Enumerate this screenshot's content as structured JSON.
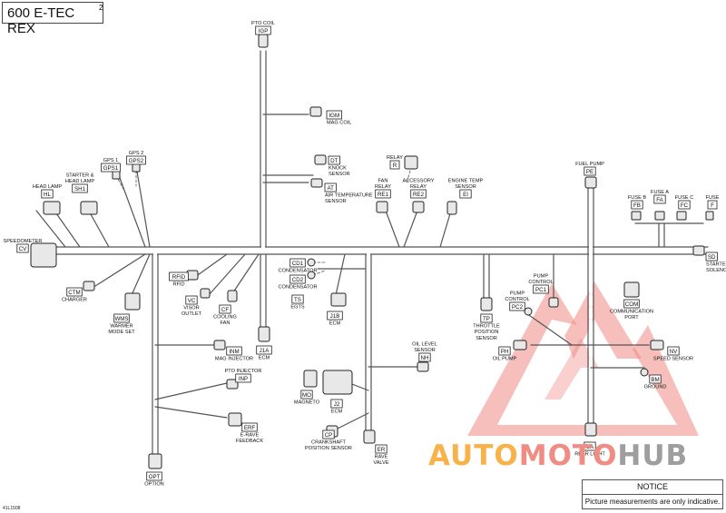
{
  "title": {
    "text": "600 E-TEC REX",
    "superscript": "2"
  },
  "notice": {
    "heading": "NOTICE",
    "body": "Picture measurements are only indicative."
  },
  "reference_code": "41L1508",
  "watermark": {
    "auto": "AUTO",
    "moto": "MOTO",
    "hub": "HUB"
  },
  "components": {
    "igp": {
      "code": "IGP",
      "name": [
        "PTO COIL"
      ]
    },
    "igm": {
      "code": "IGM",
      "name": [
        "MAG COIL"
      ]
    },
    "dt": {
      "code": "DT",
      "name": [
        "KNOCK",
        "SENSOR"
      ]
    },
    "at": {
      "code": "AT",
      "name": [
        "AIR TEMPERATURE",
        "SENSOR"
      ]
    },
    "r": {
      "code": "R",
      "name": [
        "RELAY"
      ]
    },
    "re1": {
      "code": "RE1",
      "name": [
        "FAN",
        "RELAY"
      ]
    },
    "re2": {
      "code": "RE2",
      "name": [
        "ACCESSORY",
        "RELAY"
      ]
    },
    "ei": {
      "code": "EI",
      "name": [
        "ENGINE TEMP",
        "SENSOR"
      ]
    },
    "pe": {
      "code": "PE",
      "name": [
        "FUEL PUMP"
      ]
    },
    "fb": {
      "code": "FB",
      "name": [
        "FUSE B"
      ]
    },
    "fa": {
      "code": "FA",
      "name": [
        "FUSE A"
      ]
    },
    "fc": {
      "code": "FC",
      "name": [
        "FUSE C"
      ]
    },
    "f": {
      "code": "F",
      "name": [
        "FUSE"
      ]
    },
    "sd": {
      "code": "SD",
      "name": [
        "STARTER",
        "SOLENOID"
      ]
    },
    "hl": {
      "code": "HL",
      "name": [
        "HEAD LAMP"
      ]
    },
    "sh1": {
      "code": "SH1",
      "name": [
        "STARTER &",
        "HEAD LAMP"
      ]
    },
    "gps1": {
      "code": "GPS1",
      "name": [
        "GPS 1"
      ]
    },
    "gps2": {
      "code": "GPS2",
      "name": [
        "GPS 2"
      ]
    },
    "cv": {
      "code": "CV",
      "name": [
        "SPEEDOMETER"
      ]
    },
    "ctm": {
      "code": "CTM",
      "name": [
        "CHARGER"
      ]
    },
    "wms": {
      "code": "WMS",
      "name": [
        "WARMER",
        "MODE SET"
      ]
    },
    "rfid": {
      "code": "RFID",
      "name": [
        "RFID"
      ]
    },
    "vc": {
      "code": "VC",
      "name": [
        "VISOR",
        "OUTLET"
      ]
    },
    "cf": {
      "code": "CF",
      "name": [
        "COOLING",
        "FAN"
      ]
    },
    "j1a": {
      "code": "J1A",
      "name": [
        "ECM"
      ]
    },
    "cd1": {
      "code": "CD1",
      "name": [
        "CONDENSATOR"
      ]
    },
    "cd2": {
      "code": "CD2",
      "name": [
        "CONDENSATOR"
      ]
    },
    "ts": {
      "code": "TS",
      "name": [
        "EGTS"
      ]
    },
    "j1b": {
      "code": "J1B",
      "name": [
        "ECM"
      ]
    },
    "tp": {
      "code": "TP",
      "name": [
        "THROTTLE",
        "POSITION",
        "SENSOR"
      ]
    },
    "pc1": {
      "code": "PC1",
      "name": [
        "PUMP",
        "CONTROL"
      ]
    },
    "pc2": {
      "code": "PC2",
      "name": [
        "PUMP",
        "CONTROL"
      ]
    },
    "com": {
      "code": "COM",
      "name": [
        "COMMUNICATION",
        "PORT"
      ]
    },
    "ph": {
      "code": "PH",
      "name": [
        "OIL PUMP"
      ]
    },
    "nv": {
      "code": "NV",
      "name": [
        "SPEED SENSOR"
      ]
    },
    "bm": {
      "code": "BM",
      "name": [
        "GROUND"
      ]
    },
    "inm": {
      "code": "INM",
      "name": [
        "MAG INJECTOR"
      ]
    },
    "nh": {
      "code": "NH",
      "name": [
        "OIL LEVEL",
        "SENSOR"
      ]
    },
    "mo": {
      "code": "MO",
      "name": [
        "MAGNETO"
      ]
    },
    "j2": {
      "code": "J2",
      "name": [
        "ECM"
      ]
    },
    "inp": {
      "code": "INP",
      "name": [
        "PTO INJECTOR"
      ]
    },
    "erf": {
      "code": "ERF",
      "name": [
        "E-RAVE",
        "FEEDBACK"
      ]
    },
    "cp": {
      "code": "CP",
      "name": [
        "CRANKSHAFT",
        "POSITION SENSOR"
      ]
    },
    "er": {
      "code": "ER",
      "name": [
        "RAVE",
        "VALVE"
      ]
    },
    "sa": {
      "code": "SA",
      "name": [
        "REAR LIGHT"
      ]
    },
    "opt": {
      "code": "OPT",
      "name": [
        "OPTION"
      ]
    }
  }
}
